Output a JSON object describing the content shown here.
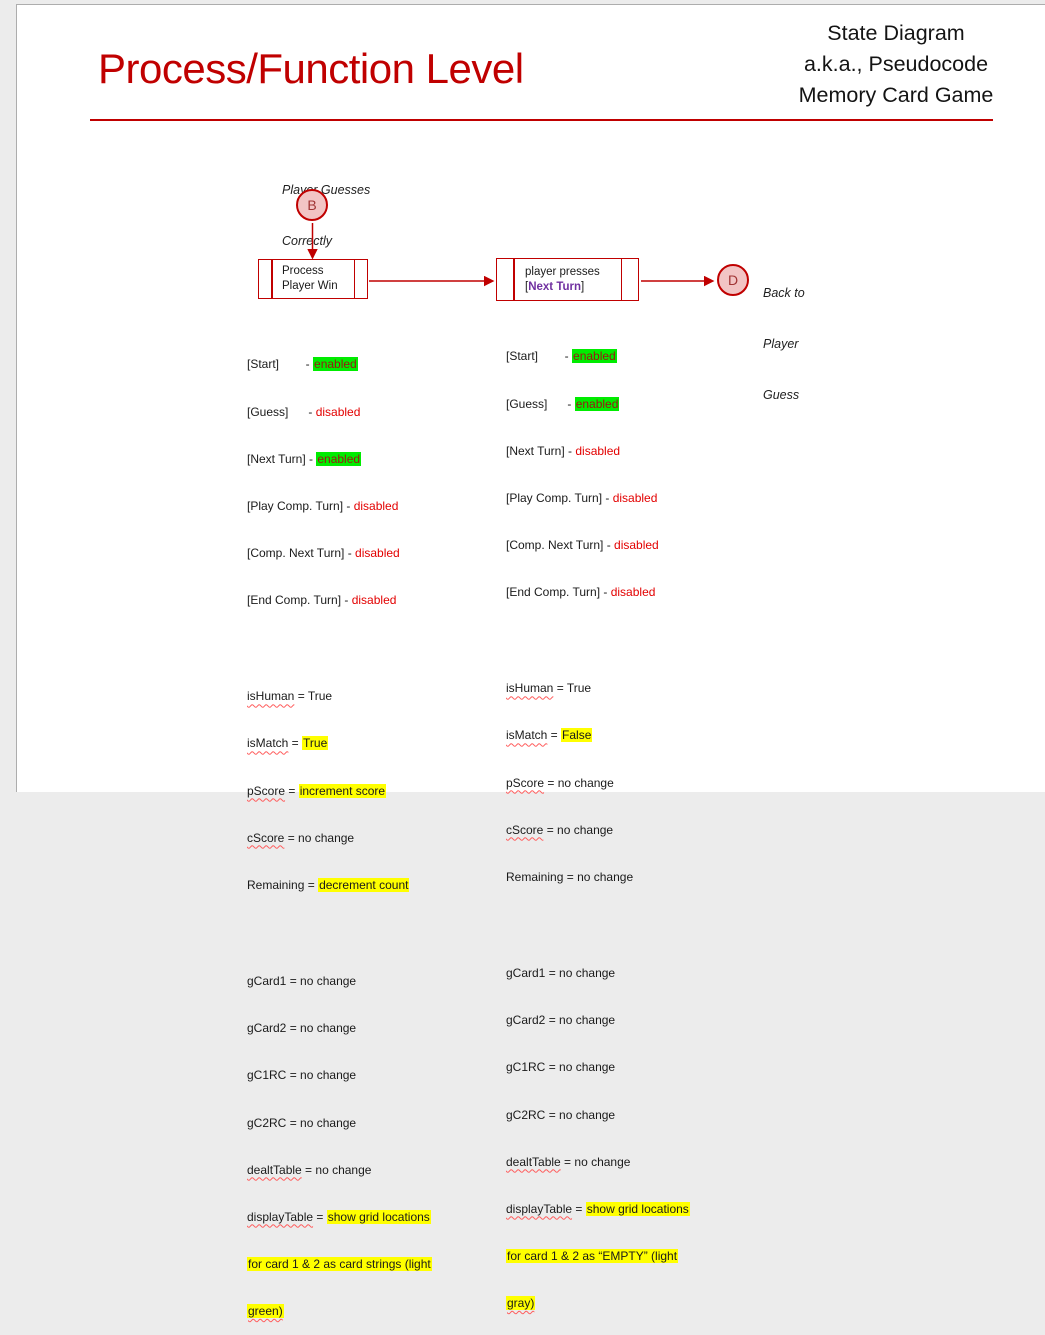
{
  "colors": {
    "accent": "#c00000",
    "enabled_highlight": "#00ec00",
    "yellow_highlight": "#ffff00",
    "disabled_red": "#e30000",
    "button_purple": "#7030a0",
    "connector_fill": "#f2c4c4"
  },
  "sep": " = ",
  "header": {
    "title": "Process/Function Level",
    "subtitle_line1": "State Diagram",
    "subtitle_line2": "a.k.a., Pseudocode",
    "subtitle_line3": "Memory Card Game"
  },
  "diagram": {
    "entry_label_line1": "Player Guesses",
    "entry_label_line2": "Correctly",
    "entry_connector": "B",
    "process_line1": "Process",
    "process_line2": "Player Win",
    "event_line1": "player presses",
    "bracket_open": "[",
    "event_button": "Next Turn",
    "bracket_close": "]",
    "exit_connector": "D",
    "exit_label_line1": "Back to",
    "exit_label_line2": "Player",
    "exit_label_line3": "Guess"
  },
  "columns": [
    {
      "buttons": [
        {
          "label": "[Start]        - ",
          "state": "enabled"
        },
        {
          "label": "[Guess]      - ",
          "state": "disabled"
        },
        {
          "label": "[Next Turn] - ",
          "state": "enabled"
        },
        {
          "label": "[Play Comp. Turn] - ",
          "state": "disabled"
        },
        {
          "label": "[Comp. Next Turn] - ",
          "state": "disabled"
        },
        {
          "label": "[End Comp. Turn] - ",
          "state": "disabled"
        }
      ],
      "vars": [
        {
          "name": "isHuman",
          "value": "True"
        },
        {
          "name": "isMatch",
          "value": "True"
        },
        {
          "name": "pScore",
          "value": "increment score"
        },
        {
          "name": "cScore",
          "value": "no change"
        },
        {
          "name": "Remaining",
          "value": "decrement count"
        }
      ],
      "grid": [
        {
          "name": "gCard1",
          "value": "no change"
        },
        {
          "name": "gCard2",
          "value": "no change"
        },
        {
          "name": "gC1RC",
          "value": "no change"
        },
        {
          "name": "gC2RC",
          "value": "no change"
        },
        {
          "name": "dealtTable",
          "value": "no change"
        },
        {
          "name": "displayTable",
          "value": "show grid locations"
        }
      ],
      "grid_cont": [
        "for card 1 & 2 as card strings (light",
        "green)"
      ]
    },
    {
      "buttons": [
        {
          "label": "[Start]        - ",
          "state": "enabled"
        },
        {
          "label": "[Guess]      - ",
          "state": "enabled"
        },
        {
          "label": "[Next Turn] - ",
          "state": "disabled"
        },
        {
          "label": "[Play Comp. Turn] - ",
          "state": "disabled"
        },
        {
          "label": "[Comp. Next Turn] - ",
          "state": "disabled"
        },
        {
          "label": "[End Comp. Turn] - ",
          "state": "disabled"
        }
      ],
      "vars": [
        {
          "name": "isHuman",
          "value": "True"
        },
        {
          "name": "isMatch",
          "value": "False"
        },
        {
          "name": "pScore",
          "value": "no change"
        },
        {
          "name": "cScore",
          "value": "no change"
        },
        {
          "name": "Remaining",
          "value": "no change"
        }
      ],
      "grid": [
        {
          "name": "gCard1",
          "value": "no change"
        },
        {
          "name": "gCard2",
          "value": "no change"
        },
        {
          "name": "gC1RC",
          "value": "no change"
        },
        {
          "name": "gC2RC",
          "value": "no change"
        },
        {
          "name": "dealtTable",
          "value": "no change"
        },
        {
          "name": "displayTable",
          "value": "show grid locations"
        }
      ],
      "grid_cont": [
        "for card 1 & 2 as “EMPTY” (light",
        "gray)"
      ]
    }
  ]
}
